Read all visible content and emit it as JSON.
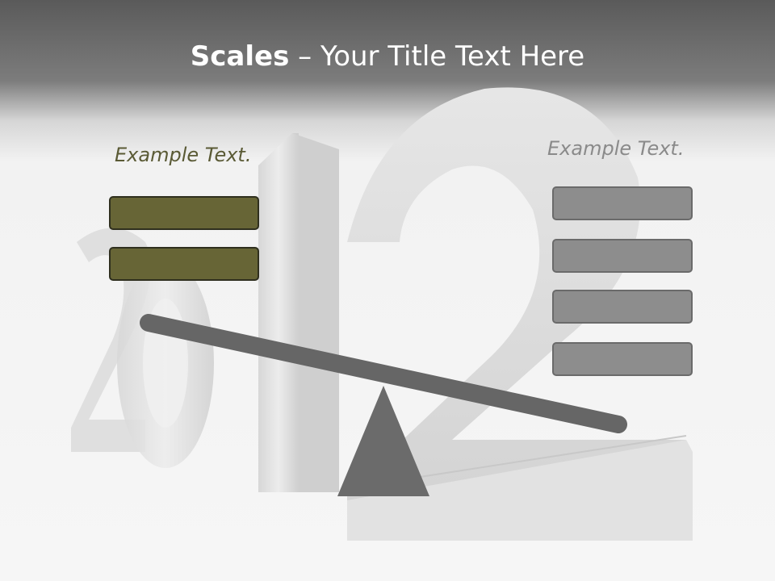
{
  "slide": {
    "title_bold": "Scales",
    "title_rest": " – Your Title Text Here",
    "left_caption": "Example Text.",
    "right_caption": "Example Text.",
    "left_box_count": 2,
    "right_box_count": 4
  },
  "colors": {
    "left_box_fill": "#676536",
    "right_box_fill": "#8d8d8d",
    "beam": "#666666",
    "fulcrum": "#6b6b6b"
  },
  "background": {
    "image_description_icon": "2012-3d-number-icon"
  }
}
